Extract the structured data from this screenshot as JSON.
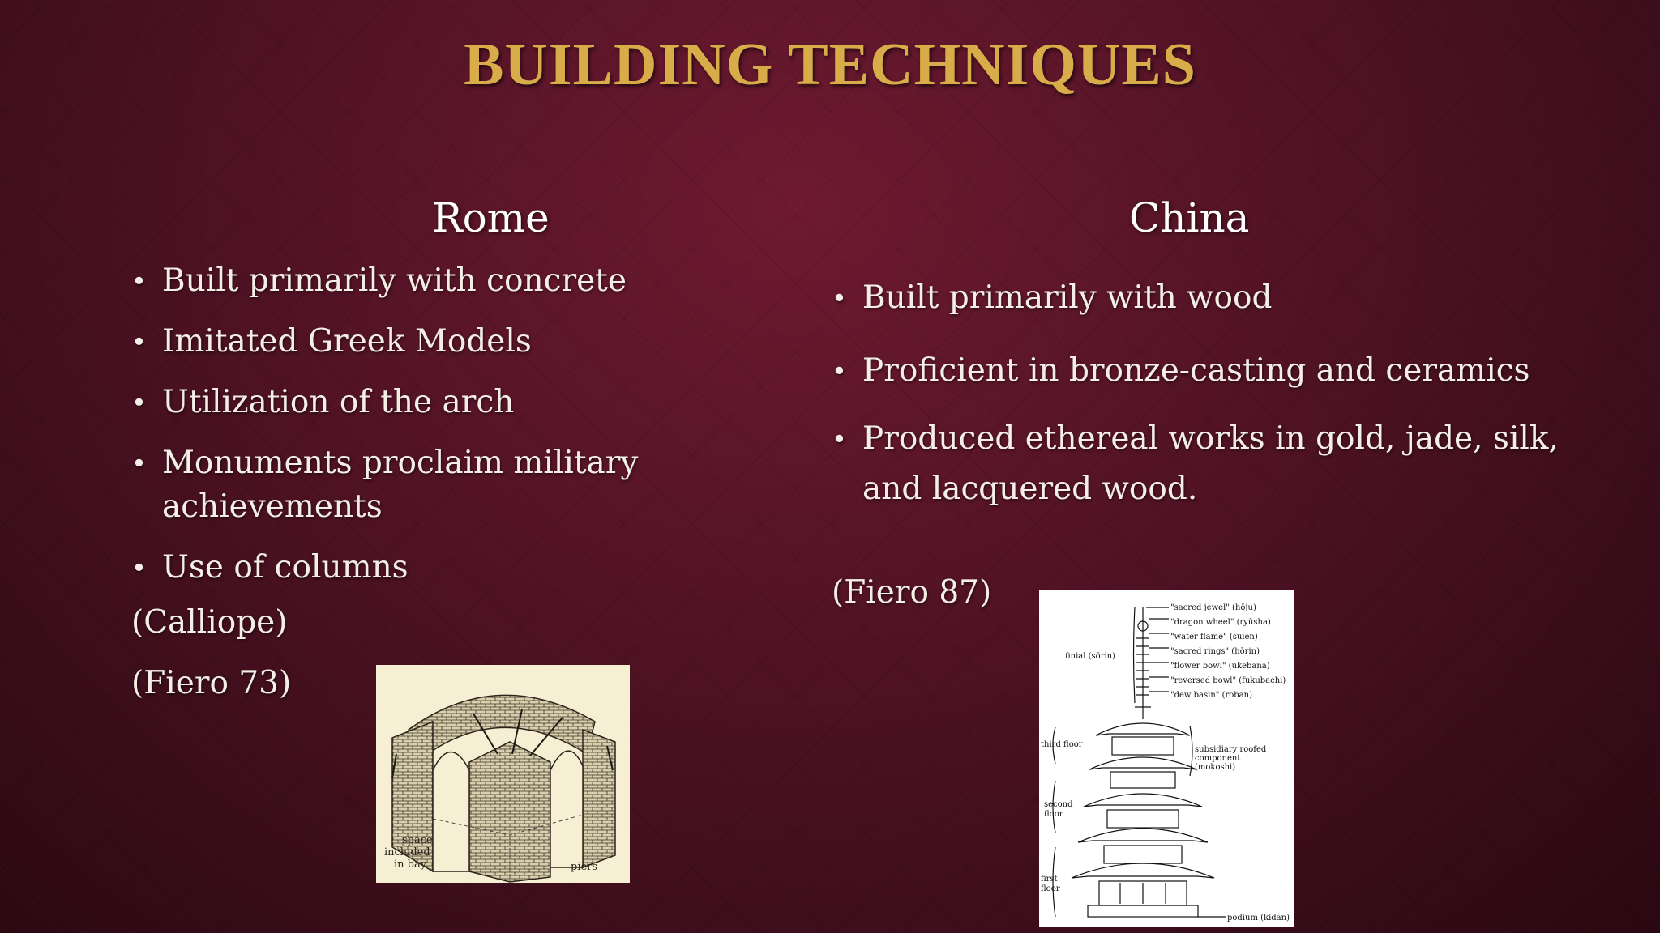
{
  "slide": {
    "title": "BUILDING TECHNIQUES"
  },
  "rome": {
    "heading": "Rome",
    "bullets": [
      "Built primarily with concrete",
      "Imitated Greek Models",
      "Utilization of the arch",
      "Monuments proclaim military achievements",
      "Use of columns"
    ],
    "citation_1": "(Calliope)",
    "citation_2": "(Fiero 73)",
    "figure": {
      "label_space": "space included in bay",
      "label_piers": "piers"
    }
  },
  "china": {
    "heading": "China",
    "bullets": [
      "Built primarily with wood",
      "Proficient in bronze-casting and ceramics",
      "Produced ethereal works in gold, jade, silk, and lacquered wood."
    ],
    "citation": "(Fiero 87)",
    "figure": {
      "labels_right": [
        "\"sacred jewel\" (hōju)",
        "\"dragon wheel\" (ryūsha)",
        "\"water flame\" (suien)",
        "\"sacred rings\" (hōrin)",
        "\"flower bowl\" (ukebana)",
        "\"reversed bowl\" (fukubachi)",
        "\"dew basin\" (roban)"
      ],
      "label_finial": "finial (sōrin)",
      "label_third": "third floor",
      "label_second": "second floor",
      "label_first": "first floor",
      "label_subsidiary": "subsidiary roofed component (mokoshi)",
      "label_podium": "podium (kidan)"
    }
  }
}
